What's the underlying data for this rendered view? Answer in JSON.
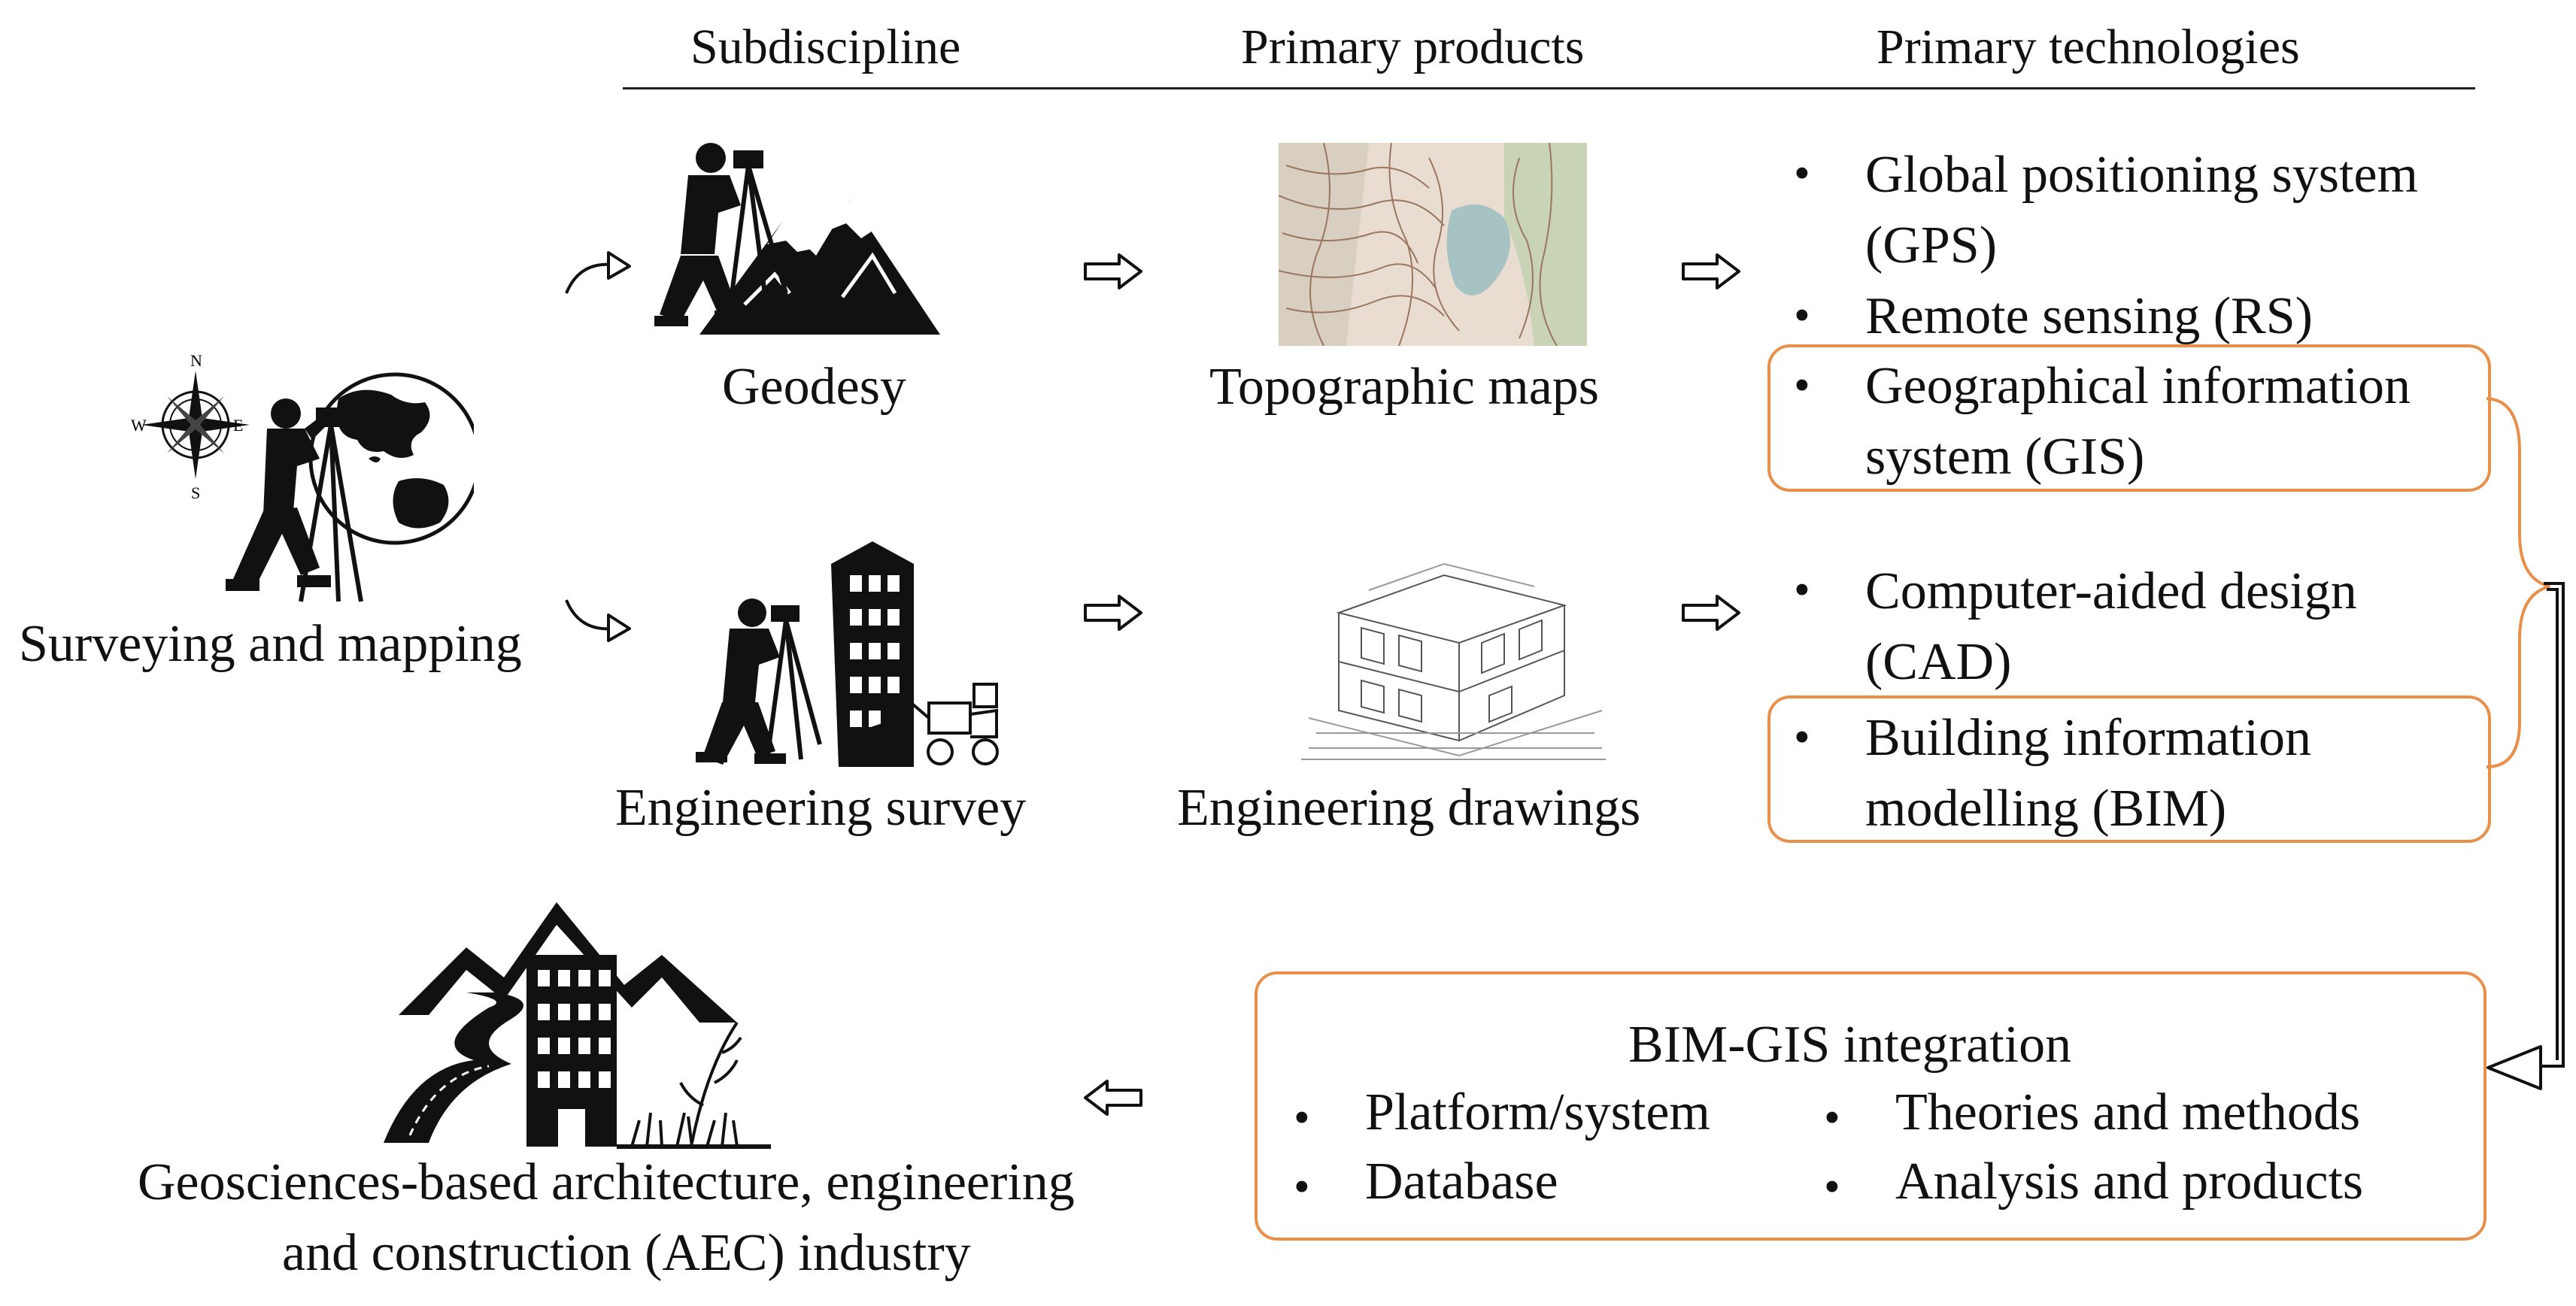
{
  "headers": {
    "subdiscipline": "Subdiscipline",
    "products": "Primary products",
    "technologies": "Primary technologies"
  },
  "root": {
    "label": "Surveying and mapping"
  },
  "rows": {
    "geodesy": {
      "subdiscipline": "Geodesy",
      "product": "Topographic maps"
    },
    "engineering": {
      "subdiscipline": "Engineering survey",
      "product": "Engineering drawings"
    }
  },
  "technologies": {
    "gps": [
      "Global positioning system",
      "(GPS)"
    ],
    "rs": "Remote sensing (RS)",
    "gis": [
      "Geographical information",
      "system (GIS)"
    ],
    "cad": [
      "Computer-aided design",
      "(CAD)"
    ],
    "bim": [
      "Building information",
      "modelling (BIM)"
    ]
  },
  "integration": {
    "title": "BIM-GIS integration",
    "items_left": [
      "Platform/system",
      "Database"
    ],
    "items_right": [
      "Theories and methods",
      "Analysis and products"
    ]
  },
  "outcome": {
    "lines": [
      "Geosciences-based architecture, engineering",
      "and construction (AEC) industry"
    ]
  },
  "bullet_char": "•",
  "colors": {
    "box_border": "#e8904a",
    "text": "#111111"
  },
  "icons": {
    "compass": "compass-rose-icon",
    "globe": "globe-icon",
    "surveyor": "surveyor-icon",
    "mountains": "mountains-icon",
    "building": "building-icon",
    "excavator": "excavator-icon",
    "map": "topographic-map-image",
    "drawing": "house-drawing-image",
    "road": "road-icon"
  }
}
